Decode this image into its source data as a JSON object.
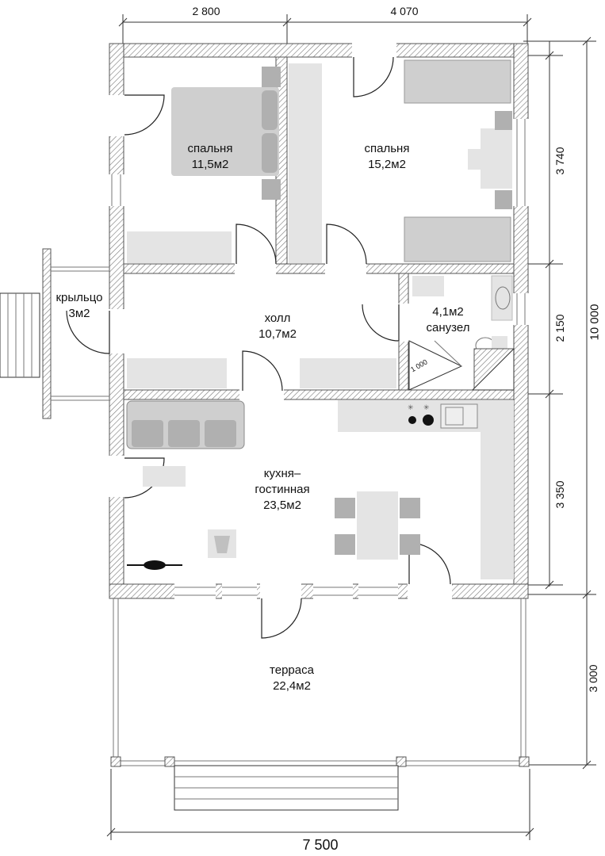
{
  "rooms": {
    "bedroom_left": {
      "name": "спальня",
      "area": "11,5м2"
    },
    "bedroom_right": {
      "name": "спальня",
      "area": "15,2м2"
    },
    "porch": {
      "name": "крыльцо",
      "area": "3м2"
    },
    "hall": {
      "name": "холл",
      "area": "10,7м2"
    },
    "bathroom": {
      "name": "санузел",
      "area": "4,1м2"
    },
    "kitchen": {
      "name_line1": "кухня–",
      "name_line2": "гостинная",
      "area": "23,5м2"
    },
    "terrace": {
      "name": "терраса",
      "area": "22,4м2"
    }
  },
  "dimensions": {
    "top_left": "2 800",
    "top_right": "4 070",
    "right_1": "3 740",
    "right_2": "2 150",
    "right_3": "3 350",
    "right_4": "3 000",
    "right_total": "10 000",
    "bottom_total": "7 500",
    "shower": "1 000"
  }
}
